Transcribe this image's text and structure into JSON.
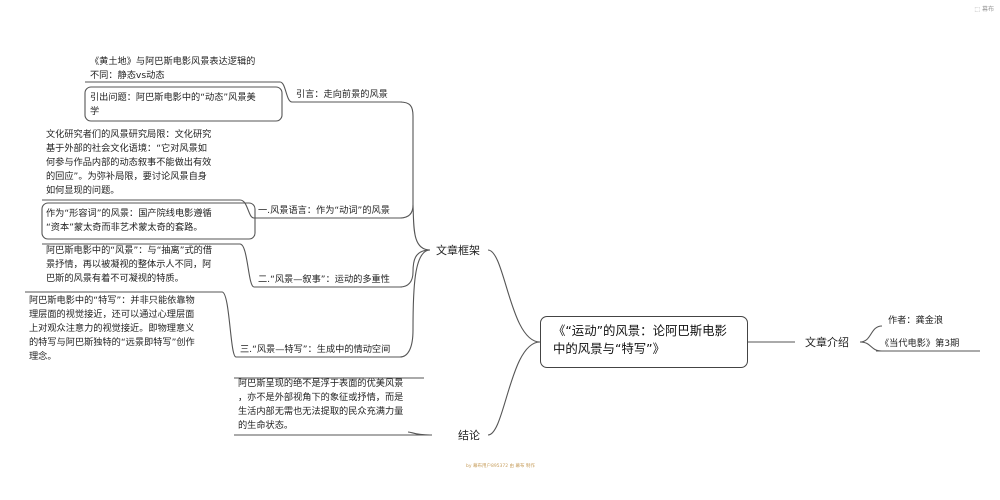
{
  "root": {
    "title": "《“运动”的风景：论阿巴斯电影中的风景与“特写”》"
  },
  "right": {
    "branch": "文章介绍",
    "leaves": [
      "作者：龚金浪",
      "《当代电影》第3期"
    ]
  },
  "left": {
    "framework": {
      "label": "文章框架",
      "sections": [
        {
          "label": "引言：走向前景的风景",
          "notes": [
            "《黄土地》与阿巴斯电影风景表达逻辑的\n不同：静态vs动态",
            "引出问题：阿巴斯电影中的“动态”风景美\n学"
          ]
        },
        {
          "label": "一.风景语言：作为“动词”的风景",
          "notes": [
            "文化研究者们的风景研究局限：文化研究\n基于外部的社会文化语境：“它对风景如\n何参与作品内部的动态叙事不能做出有效\n的回应”。为弥补局限，要讨论风景自身\n如何显现的问题。",
            "作为“形容词”的风景：国产院线电影遵循\n“资本”蒙太奇而非艺术蒙太奇的套路。"
          ]
        },
        {
          "label": "二.“风景—叙事”：运动的多重性",
          "notes": [
            "阿巴斯电影中的“风景”：与“抽离”式的借\n景抒情，再以被凝视的整体示人不同，阿\n巴斯的风景有着不可凝视的特质。"
          ]
        },
        {
          "label": "三.“风景—特写”：生成中的情动空间",
          "notes": [
            "阿巴斯电影中的“特写”：并非只能依靠物\n理层面的视觉接近，还可以通过心理层面\n上对观众注意力的视觉接近。即物理意义\n的特写与阿巴斯独特的“远景即特写”创作\n理念。"
          ]
        }
      ]
    },
    "conclusion": {
      "label": "结论",
      "note": "阿巴斯呈现的绝不是浮于表面的优美风景\n，亦不是外部视角下的象征或抒情，而是\n生活内部无需也无法提取的民众充满力量\n的生命状态。"
    }
  },
  "footer": "by 幕布用户895372 由 幕布 制作",
  "corner": "⬚ 幕布"
}
